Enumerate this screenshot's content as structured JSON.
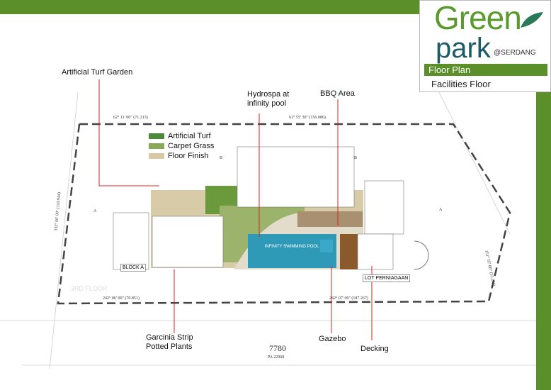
{
  "brand": {
    "line1": "Green",
    "line2": "park",
    "suffix": "@SERDANG"
  },
  "header": {
    "section": "Floor Plan",
    "title": "Facilities Floor"
  },
  "legend": [
    {
      "label": "Artificial Turf",
      "color": "#4f8a3c"
    },
    {
      "label": "Carpet Grass",
      "color": "#8aa85a"
    },
    {
      "label": "Floor Finish",
      "color": "#d8c8a4"
    }
  ],
  "callouts": {
    "turf": "Artificial Turf Garden",
    "hydrospa": "Hydrospa at infinity pool",
    "bbq": "BBQ Area",
    "garcinia": "Garcinia Strip Potted Plants",
    "gazebo": "Gazebo",
    "decking": "Decking"
  },
  "plan": {
    "pool": "INFINITY SWIMMING POOL",
    "block_a": "BLOCK A",
    "lot": "LOT PERNIAGAAN",
    "section_a": "A",
    "section_b": "B",
    "floor_note": "3RD FLOOR",
    "lot_no": "7780",
    "pa": "PA 22968"
  },
  "dimensions": {
    "top_left": "62° 11' 00\" (71.213)",
    "top_right": "61° 55' 30\" (156.086)",
    "bottom_left": "242° 06' 00\" (70.851)",
    "bottom_right": "242° 07' 00\" (187.267)",
    "left": "332° 06' 00\" (110.944)",
    "right": "151° 55' 00\" (33.294)"
  }
}
